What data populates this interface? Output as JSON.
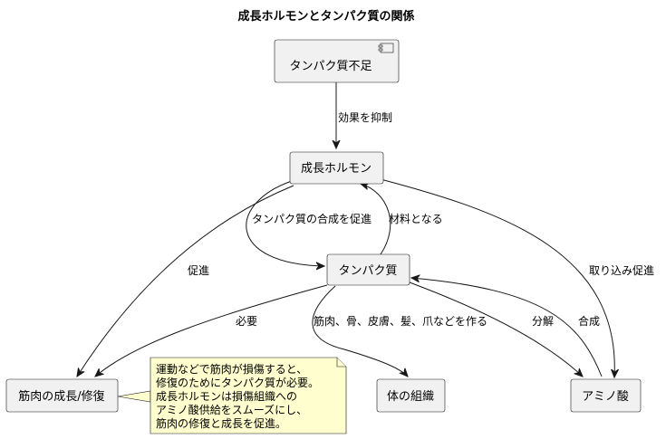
{
  "title": "成長ホルモンとタンパク質の関係",
  "nodes": {
    "protein_deficiency": "タンパク質不足",
    "growth_hormone": "成長ホルモン",
    "protein": "タンパク質",
    "muscle_growth": "筋肉の成長/修復",
    "body_tissue": "体の組織",
    "amino_acid": "アミノ酸"
  },
  "edges": {
    "suppress_effect": "効果を抑制",
    "promote_synthesis": "タンパク質の合成を促進",
    "material": "材料となる",
    "promote": "促進",
    "uptake_promote": "取り込み促進",
    "necessary": "必要",
    "makes_tissue": "筋肉、骨、皮膚、髪、爪などを作る",
    "decompose": "分解",
    "synthesize": "合成"
  },
  "note": {
    "lines": [
      "運動などで筋肉が損傷すると、",
      "修復のためにタンパク質が必要。",
      "成長ホルモンは損傷組織への",
      "アミノ酸供給をスムーズにし、",
      "筋肉の修復と成長を促進。"
    ]
  }
}
